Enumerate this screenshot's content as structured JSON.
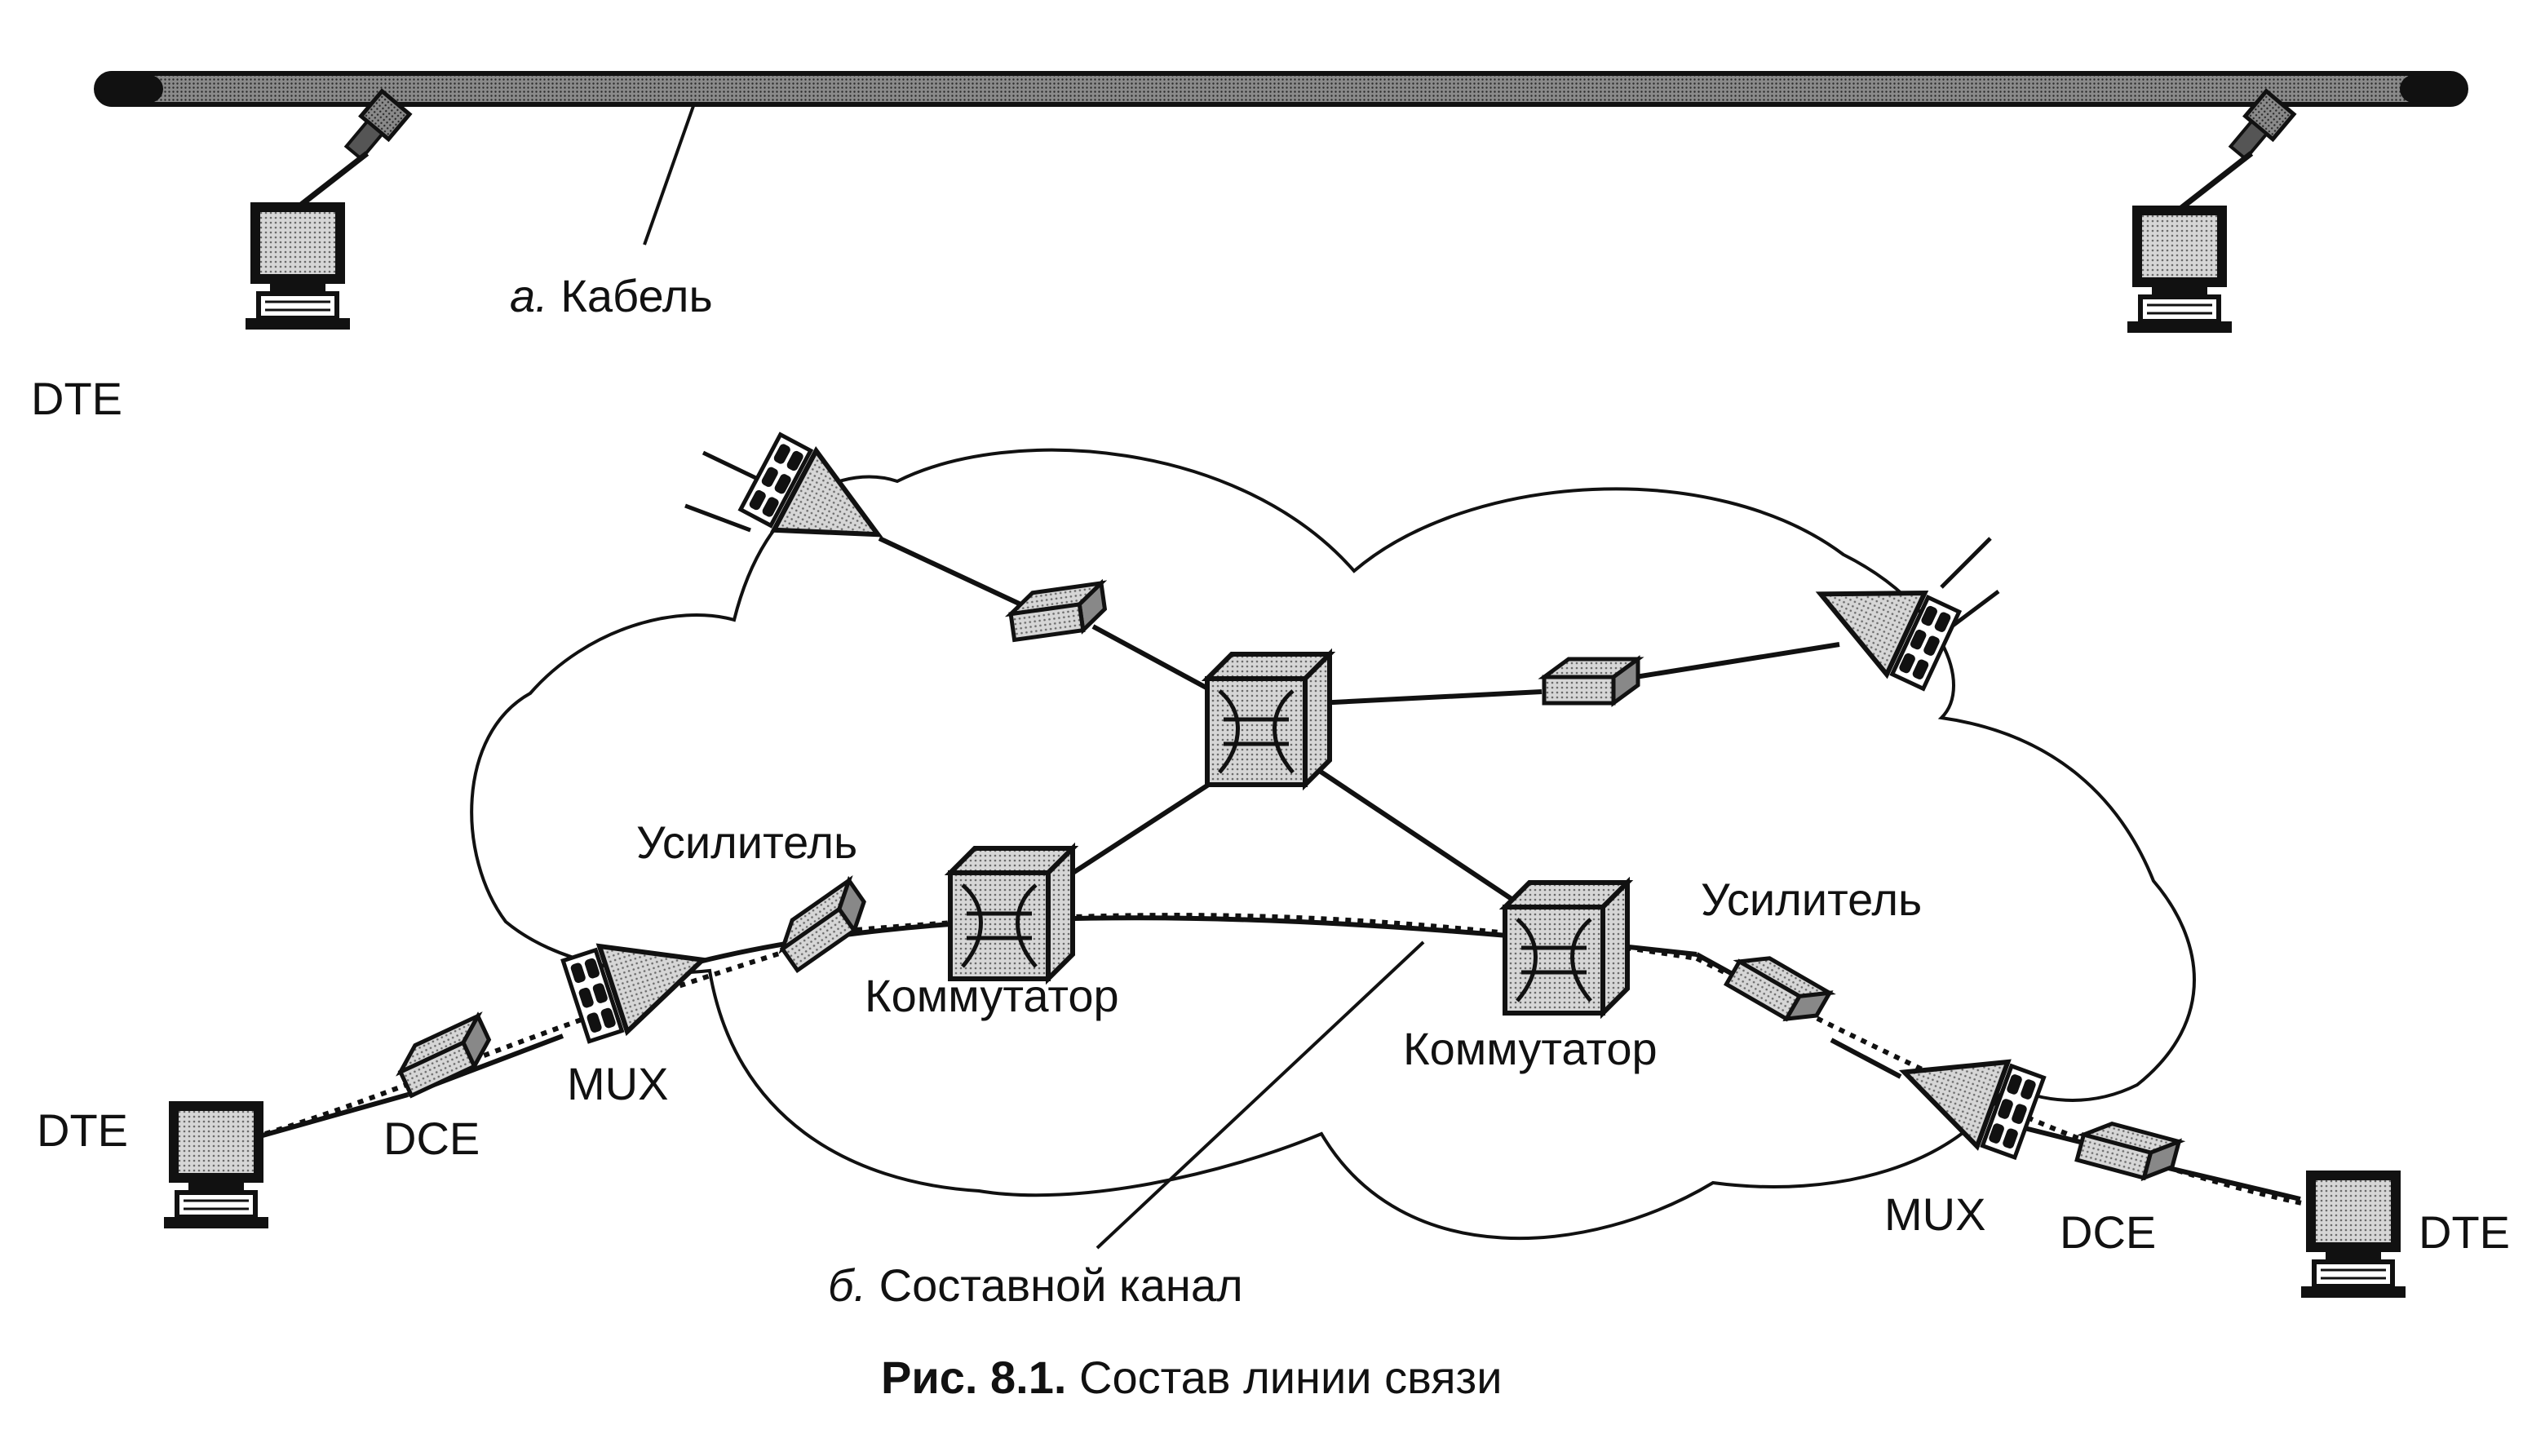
{
  "figure": {
    "caption_number": "Рис. 8.1.",
    "caption_text": "Состав линии связи"
  },
  "part_a": {
    "marker": "а.",
    "label": "Кабель",
    "dte_label": "DTE"
  },
  "part_b": {
    "marker": "б.",
    "label": "Составной канал",
    "amplifier_left": "Усилитель",
    "amplifier_right": "Усилитель",
    "switch_left": "Коммутатор",
    "switch_right": "Коммутатор",
    "mux_left": "MUX",
    "mux_right": "MUX",
    "dce_left": "DCE",
    "dce_right": "DCE",
    "dte_left": "DTE",
    "dte_right": "DTE"
  }
}
